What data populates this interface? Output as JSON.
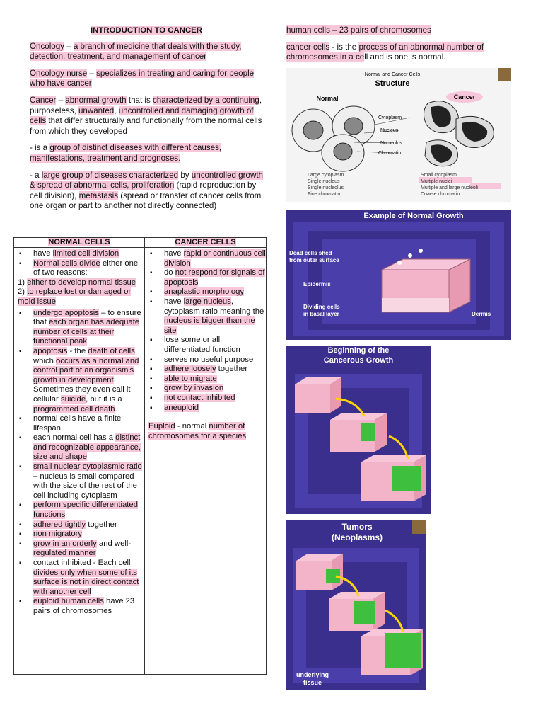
{
  "left": {
    "title": "INTRODUCTION TO CANCER",
    "oncology": {
      "term": "Oncology",
      "sep": " – ",
      "def": "a branch of medicine that deals with the study, detection, treatment, and management of cancer"
    },
    "nurse": {
      "term": "Oncology nurse",
      "sep": " – ",
      "def": "specializes in treating and caring for people who have cancer"
    },
    "cancer": {
      "term": "Cancer",
      "sep": " – ",
      "p1": "abnormal growth",
      "p2": " that is ",
      "p3": "characterized by a continuing",
      "p4": ", ",
      "p5": "purposeless",
      "p6": ", ",
      "p7": "unwanted",
      "p8": ", ",
      "p9": "uncontrolled and damaging growth of cells",
      "p10": " that differ structurally and functionally from the normal cells from which they developed"
    },
    "group1": {
      "pre": "- is a ",
      "hl": "group of distinct diseases with different causes, manifestations, treatment and prognoses."
    },
    "group2": {
      "pre": "- a ",
      "hl1": "large group of diseases characterized",
      "mid": " by ",
      "hl2": "uncontrolled growth & spread of abnormal cells, proliferation",
      "mid2": " (rapid reproduction by cell division), ",
      "hl3": "metastasis",
      "post": " (spread or transfer of cancer cells from one organ or part to another not directly connected)"
    }
  },
  "table": {
    "normal_header": "NORMAL CELLS",
    "cancer_header": "CANCER CELLS",
    "normal": {
      "b1_pre": "have ",
      "b1_hl": "limited cell division",
      "b2_hl": "Normal cells divide",
      "b2_post": " either one of two reasons:",
      "r1_pre": "1) ",
      "r1_hl": "either to develop normal tissue",
      "r2_pre": "2) ",
      "r2_hl": "to replace lost or damaged or mold issue",
      "b3_hl": "undergo apoptosis",
      "b3_mid": " – to ensure that ",
      "b3_hl2": "each organ has adequate number of cells at their functional peak",
      "b4_hl": "apoptosis",
      "b4_mid": " - the ",
      "b4_hl2": "death of cells",
      "b4_mid2": ", which ",
      "b4_hl3": "occurs as a normal and control part of an organism's growth in development",
      "b4_mid3": ". Sometimes they even call it cellular ",
      "b4_hl4": "suicide",
      "b4_mid4": ", but it is a ",
      "b4_hl5": "programmed cell death",
      "b5": "normal cells have a finite lifespan",
      "b6_pre": "each normal cell has a ",
      "b6_hl": "distinct and recognizable appearance, size and shape",
      "b7_hl": "small nuclear cytoplasmic ratio",
      "b7_post": " – nucleus is small compared with the size of the rest of the cell including cytoplasm",
      "b8_hl": "perform specific differentiated functions",
      "b9_hl": "adhered tightly",
      "b9_post": " together",
      "b10_hl": "non migratory",
      "b11_hl": "grow in an orderly",
      "b11_mid": " and well-",
      "b11_hl2": "regulated manner",
      "b12_pre": "contact inhibited - Each cell ",
      "b12_hl": "divides only when some of its surface is not in direct contact with another cell",
      "b13_hl": "euploid human cells",
      "b13_post": " have 23 pairs of chromosomes"
    },
    "cancer": {
      "b1_pre": "have ",
      "b1_hl": "rapid or continuous cell division",
      "b2_pre": "do ",
      "b2_hl": "not respond for signals of apoptosis",
      "b3_hl": "anaplastic morphology",
      "b4_pre": "have ",
      "b4_hl": "large nucleus",
      "b4_mid": ", cytoplasm ratio meaning the ",
      "b4_hl2": "nucleus is bigger than the site",
      "b5": "lose some or all differentiated function",
      "b6": "serves no useful purpose",
      "b7_hl": "adhere loosely",
      "b7_post": " together",
      "b8_hl": "able to migrate",
      "b9_hl": "grow by invasion",
      "b10_hl": "not contact inhibited",
      "b11_hl": "aneuploid",
      "euploid_hl": "Euploid",
      "euploid_mid": " - normal ",
      "euploid_hl2": "number of chromosomes for a species"
    }
  },
  "right": {
    "human_hl": "human cells – 23 pairs of chromosomes",
    "cc_hl": "cancer cells",
    "cc_mid": " - is the ",
    "cc_hl2": "process of an abnormal number of chromosomes in a ce",
    "cc_post": "ll and is one is normal."
  },
  "fig1": {
    "caption": "Normal and Cancer Cells",
    "title": "Structure",
    "normal": "Normal",
    "cancer": "Cancer",
    "labels": [
      "Cytoplasm",
      "Nucleus",
      "Nucleolus",
      "Chromatin"
    ],
    "left_list": [
      "Large cytoplasm",
      "Single nucleus",
      "Single nucleolus",
      "Fine chromatin"
    ],
    "right_list": [
      "Small cytoplasm",
      "Multiple nuclei",
      "Multiple and large nucleoli",
      "Coarse chromatin"
    ]
  },
  "fig2": {
    "title": "Example of Normal Growth",
    "dead": "Dead cells shed\nfrom outer surface",
    "epidermis": "Epidermis",
    "dividing": "Dividing cells\nin basal layer",
    "dermis": "Dermis"
  },
  "fig3": {
    "title": "Beginning of the\nCancerous Growth"
  },
  "fig4": {
    "title": "Tumors\n(Neoplasms)",
    "underlying": "underlying\ntissue"
  },
  "colors": {
    "highlight": "#f7c6d9",
    "panel_bg": "#3a2f8c",
    "tissue": "#f3b3c8"
  }
}
